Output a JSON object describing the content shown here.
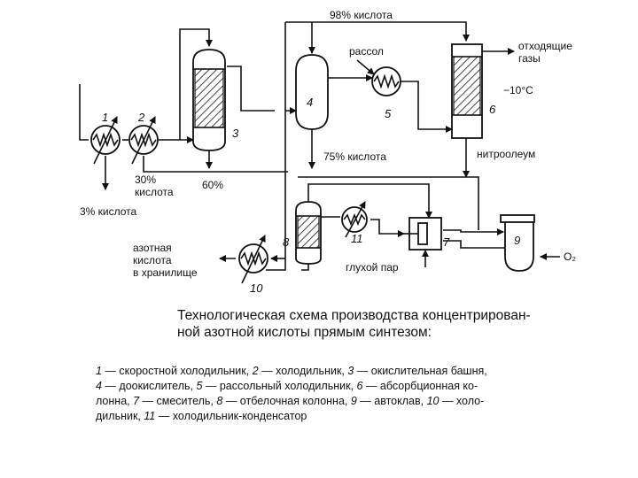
{
  "labels": {
    "acid98": "98% кислота",
    "rassol": "рассол",
    "offgas1": "отходящие",
    "offgas2": "газы",
    "temp": "−10°С",
    "acid75": "75% кислота",
    "nitrooleum": "нитроолеум",
    "acid30a": "30%",
    "acid30b": "кислота",
    "acid60": "60%",
    "acid3": "3% кислота",
    "nitric1": "азотная",
    "nitric2": "кислота",
    "nitric3": "в хранилище",
    "steam": "глухой пар",
    "o2": "O₂"
  },
  "numbers": {
    "n1": "1",
    "n2": "2",
    "n3": "3",
    "n4": "4",
    "n5": "5",
    "n6": "6",
    "n7": "7",
    "n8": "8",
    "n9": "9",
    "n10": "10",
    "n11": "11"
  },
  "caption": {
    "line1": "Технологическая  схема производства концентрирован-",
    "line2": "ной азотной кислоты прямым синтезом:"
  },
  "legend": [
    {
      "num": "1",
      "text": " — скоростной холодильник, "
    },
    {
      "num": "2",
      "text": " — холодильник, "
    },
    {
      "num": "3",
      "text": " — окислительная башня,"
    },
    {
      "num": "4",
      "text": " — доокислитель, "
    },
    {
      "num": "5",
      "text": " — рассольный холодильник, "
    },
    {
      "num": "6",
      "text": " — абсорбционная ко-"
    },
    {
      "num": "",
      "text": "лонна, "
    },
    {
      "num": "7",
      "text": " — смеситель, "
    },
    {
      "num": "8",
      "text": " — отбелочная колонна, "
    },
    {
      "num": "9",
      "text": " — автоклав, "
    },
    {
      "num": "10",
      "text": " — холо-"
    },
    {
      "num": "",
      "text": "дильник, "
    },
    {
      "num": "11",
      "text": " — холодильник-конденсатор"
    }
  ]
}
